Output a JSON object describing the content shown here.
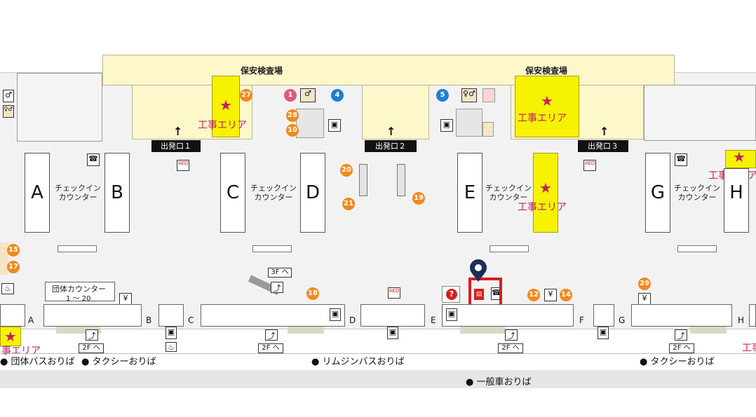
{
  "security_areas": [
    "保安検査場",
    "保安検査場"
  ],
  "gates": [
    "出発口１",
    "出発口２",
    "出発口３"
  ],
  "checkin": {
    "islands": [
      "A",
      "B",
      "C",
      "D",
      "E",
      "G",
      "H"
    ],
    "label": [
      "チェックイン",
      "カウンター"
    ]
  },
  "construction_label": "工事エリア",
  "numbered_facilities": [
    "1",
    "4",
    "5",
    "10",
    "12",
    "14",
    "15",
    "17",
    "18",
    "19",
    "20",
    "21",
    "27",
    "28",
    "29"
  ],
  "group_counter": {
    "title": "団体カウンター",
    "range": "1 ～ 20"
  },
  "escalator_labels": {
    "up_3f": "3F へ",
    "up_2f": "2F へ"
  },
  "door_letters": [
    "A",
    "B",
    "C",
    "D",
    "E",
    "F",
    "G",
    "H"
  ],
  "curbside": {
    "group_bus": "● 団体バスおりば",
    "taxi": "● タクシーおりば",
    "limousine": "● リムジンバスおりば",
    "general": "● 一般車おりば"
  },
  "icons": {
    "toilet_men": "men-toilet-icon",
    "toilet_family": "family-toilet-icon",
    "phone": "phone-icon",
    "aed": "aed-icon",
    "info": "information-icon",
    "post": "postbox-icon",
    "elevator": "elevator-icon",
    "escalator": "escalator-icon",
    "locker": "locker-icon",
    "atm": "atm-icon",
    "smoking": "smoking-icon"
  },
  "colors": {
    "security": "#fdf7cc",
    "construction": "#f7f200",
    "construction_text": "#c21f5e",
    "facility_number": "#f08a1c",
    "marker": "#d51f1f",
    "pin": "#1a2e5c"
  },
  "icon_texts": {
    "aed": "AED",
    "phone": "☎",
    "info": "?",
    "atm": "¥",
    "locker": "▤",
    "elevator": "▣",
    "smoking": "♨",
    "toilet_men": "♂",
    "toilet_family": "♀♂"
  }
}
